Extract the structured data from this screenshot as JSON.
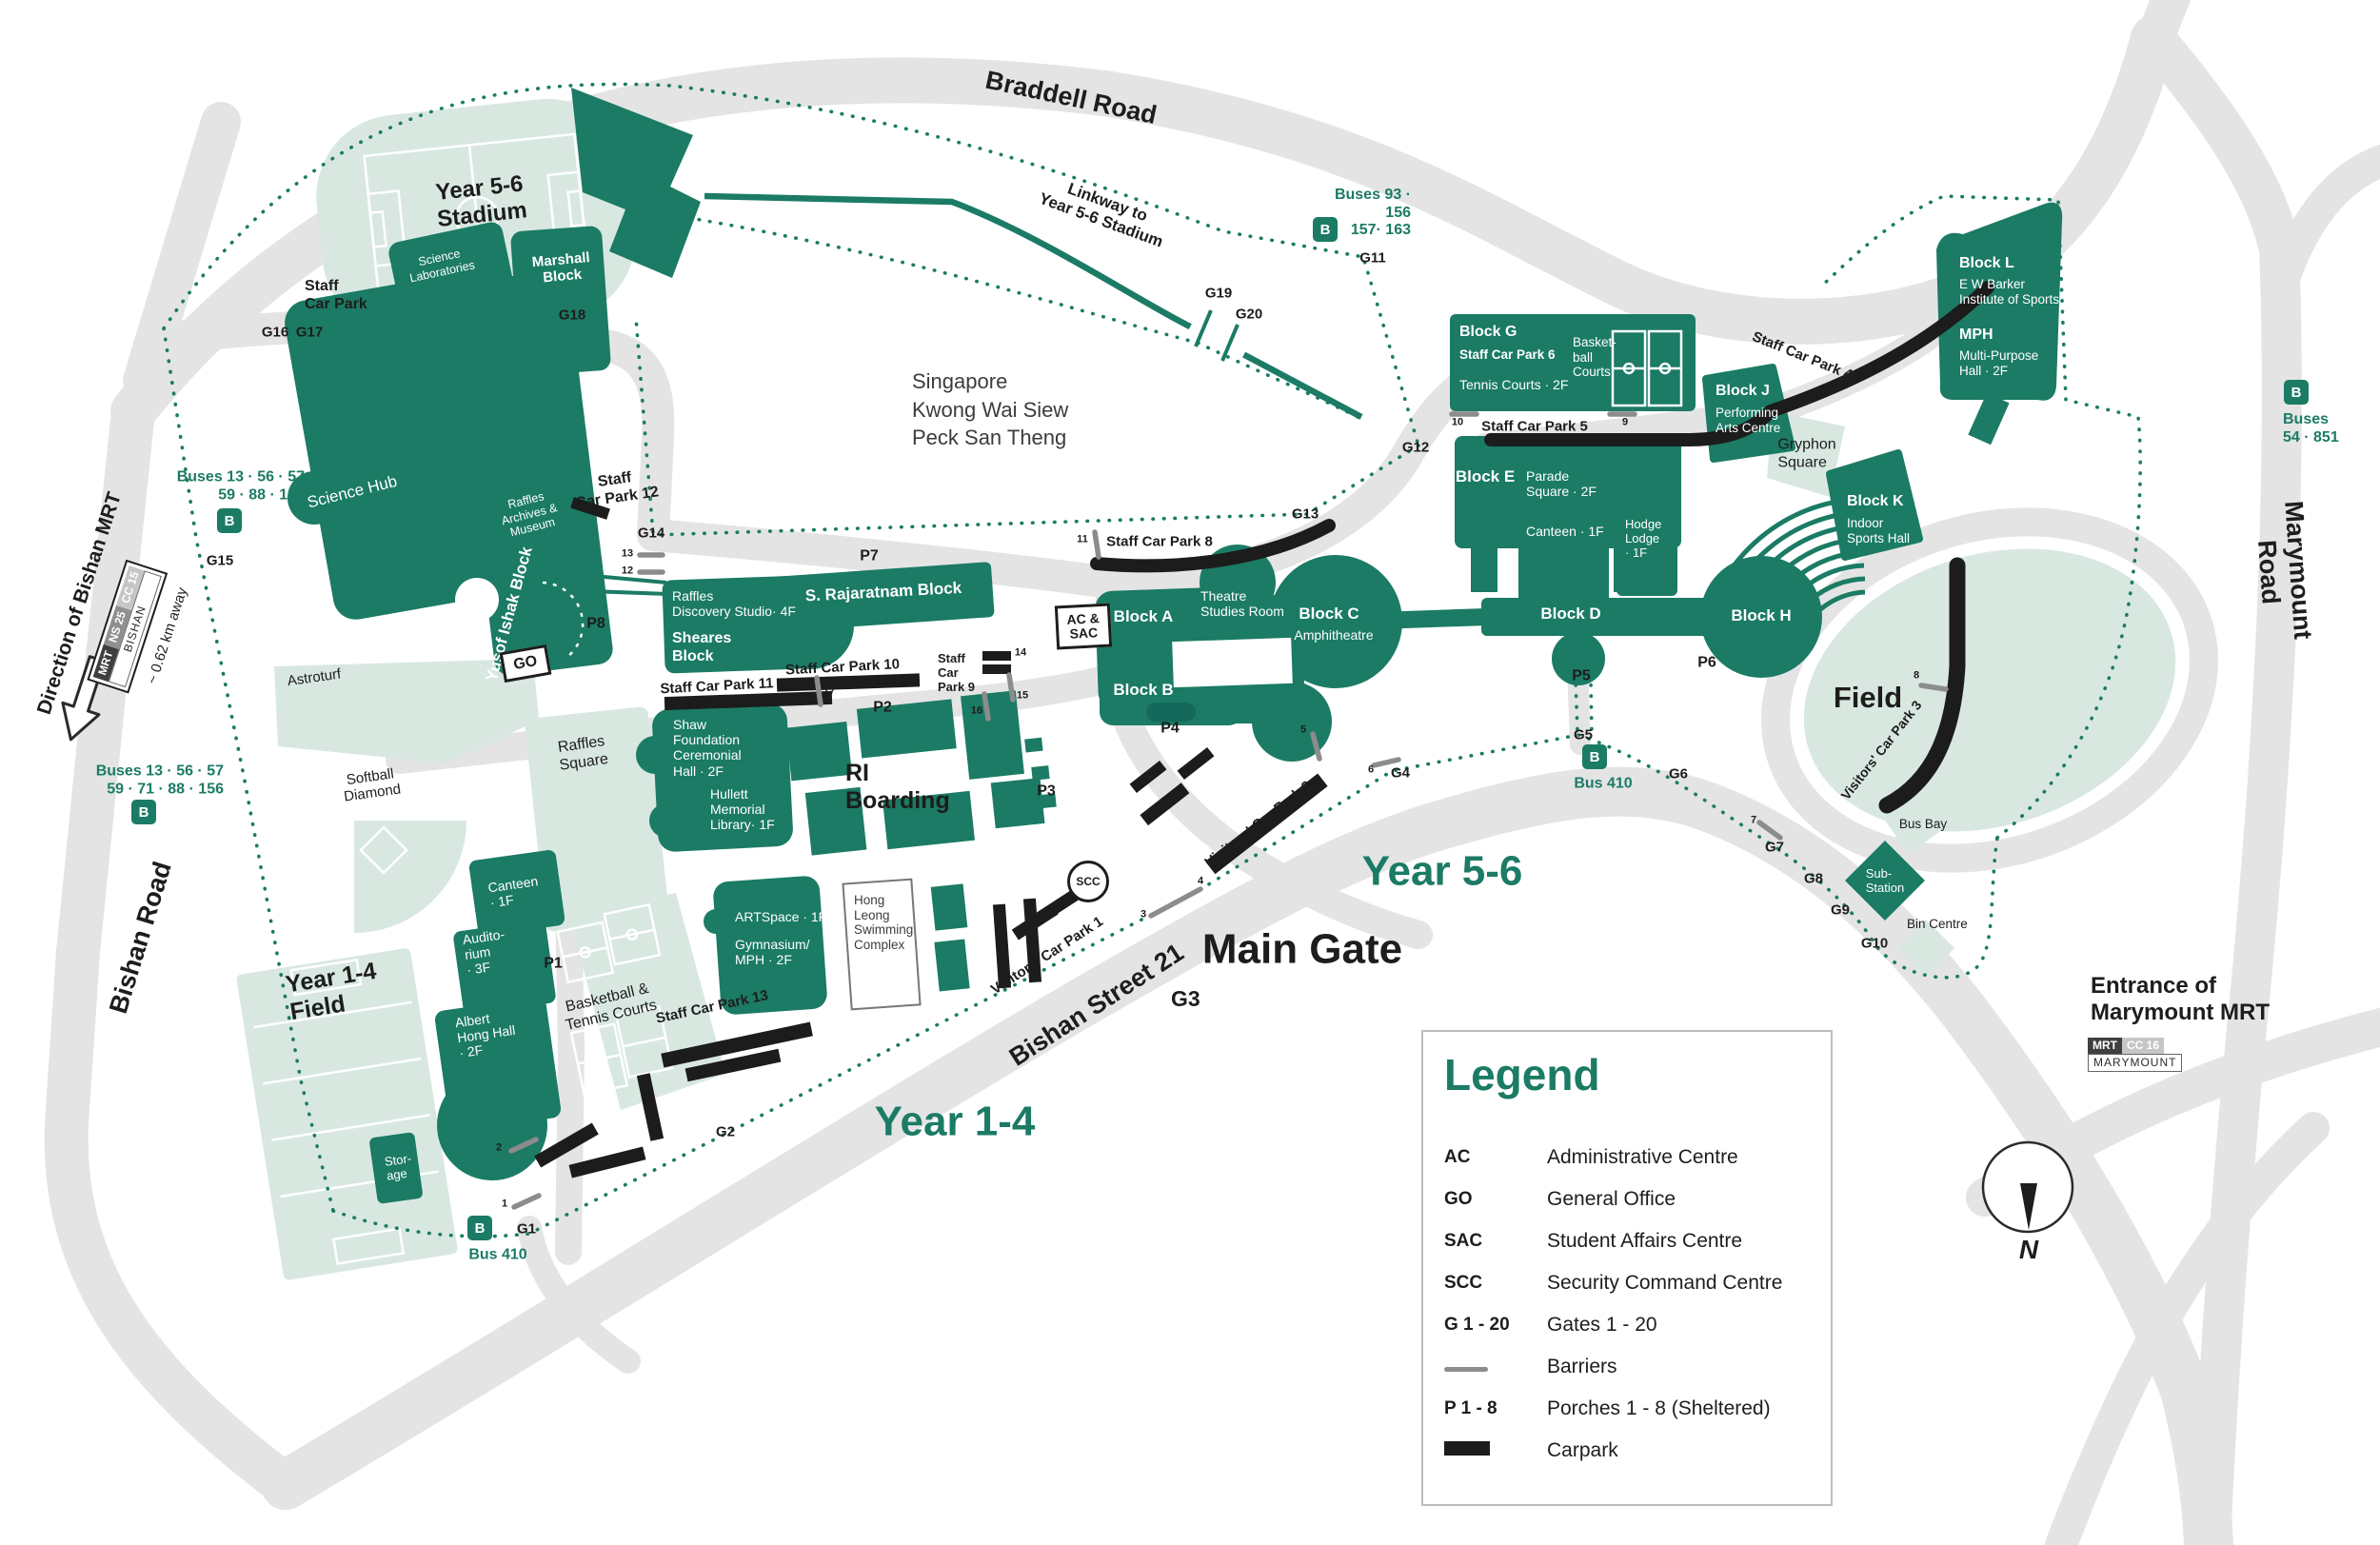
{
  "roads": {
    "braddell": "Braddell Road",
    "bishan": "Bishan Road",
    "marymount": "Marymount Road",
    "bishan_st": "Bishan Street 21"
  },
  "zones": {
    "year56": "Year 5-6",
    "year14": "Year 1-4",
    "main_gate": "Main Gate",
    "main_gate_gate": "G3"
  },
  "landmark": {
    "peck": "Singapore\nKwong Wai Siew\nPeck San Theng",
    "linkway": "Linkway to\nYear 5-6 Stadium",
    "marymount_entrance": "Entrance of\nMarymount MRT"
  },
  "compass": {
    "n": "N"
  },
  "badges": {
    "b": "B",
    "go": "GO",
    "ac_sac": "AC &\nSAC",
    "scc": "SCC"
  },
  "mrt_bishan": {
    "direction": "Direction of\nBishan MRT",
    "mrt": "MRT",
    "ns": "NS 25",
    "cc": "CC 15",
    "name": "BISHAN",
    "distance": "~ 0.62 km away"
  },
  "mrt_marymount": {
    "mrt": "MRT",
    "cc": "CC 16",
    "name": "MARYMOUNT"
  },
  "buses": {
    "braddell": "Buses 93 · 156\n157· 163",
    "marymount": "Buses\n54 · 851",
    "bishan_n": "Buses 13 · 56 · 57\n59 · 88 · 156",
    "bishan_s": "Buses 13 · 56 · 57\n59 · 71 · 88 · 156",
    "bus410": "Bus 410"
  },
  "carparks": {
    "staff": "Staff\nCar Park",
    "s4": "Staff Car Park 4",
    "s5": "Staff Car Park 5",
    "s8": "Staff Car Park 8",
    "s9": "Staff\nCar\nPark 9",
    "s10": "Staff Car Park 10",
    "s11": "Staff Car Park 11",
    "s12": "Staff\nCar Park 12",
    "s13": "Staff Car Park 13",
    "v1": "Visitors' Car Park 1",
    "v2": "Visitors' Car Park 2",
    "v3": "Visitors' Car Park 3"
  },
  "gates": {
    "g1": "G1",
    "g2": "G2",
    "g3": "G3",
    "g4": "G4",
    "g5": "G5",
    "g6": "G6",
    "g7": "G7",
    "g8": "G8",
    "g9": "G9",
    "g10": "G10",
    "g11": "G11",
    "g12": "G12",
    "g13": "G13",
    "g14": "G14",
    "g15": "G15",
    "g16": "G16",
    "g17": "G17",
    "g18": "G18",
    "g19": "G19",
    "g20": "G20"
  },
  "porches": {
    "p1": "P1",
    "p2": "P2",
    "p3": "P3",
    "p4": "P4",
    "p5": "P5",
    "p6": "P6",
    "p7": "P7",
    "p8": "P8"
  },
  "markers": {
    "m1": "1",
    "m2": "2",
    "m3": "3",
    "m4": "4",
    "m5": "5",
    "m6": "6",
    "m7": "7",
    "m8": "8",
    "m9": "9",
    "m10": "10",
    "m11": "11",
    "m12": "12",
    "m13": "13",
    "m14": "14",
    "m15": "15",
    "m16": "16",
    "m17": "17"
  },
  "fields": {
    "stadium": "Year 5-6\nStadium",
    "astroturf": "Astroturf",
    "softball": "Softball\nDiamond",
    "y14field": "Year 1-4\nField",
    "field": "Field",
    "raffles_sq": "Raffles\nSquare",
    "bball_tennis": "Basketball &\nTennis Courts",
    "bus_bay": "Bus Bay",
    "bin_centre": "Bin Centre",
    "gryphon": "Gryphon\nSquare"
  },
  "buildings": {
    "science_labs": "Science\nLaboratories",
    "marshall": "Marshall\nBlock",
    "science_hub": "Science Hub",
    "archives": "Raffles\nArchives &\nMuseum",
    "yusof": "Yusof Ishak Block",
    "discovery": "Raffles\nDiscovery Studio· 4F",
    "sheares": "Sheares\nBlock",
    "rajaratnam": "S. Rajaratnam Block",
    "shaw": "Shaw\nFoundation\nCeremonial\nHall · 2F",
    "hullett": "Hullett\nMemorial\nLibrary· 1F",
    "ri_boarding": "RI\nBoarding",
    "block_a": "Block A",
    "block_b": "Block B",
    "theatre": "Theatre\nStudies Room",
    "block_c": "Block C",
    "amphitheatre": "Amphitheatre",
    "block_d": "Block D",
    "block_e": "Block E",
    "parade": "Parade\nSquare · 2F",
    "canteen_e": "Canteen · 1F",
    "hodge": "Hodge\nLodge\n· 1F",
    "block_g": "Block G",
    "scp6": "Staff Car Park 6",
    "tennis2f": "Tennis Courts · 2F",
    "bball_courts": "Basket-\nball\nCourts",
    "block_j": "Block J",
    "pac": "Performing\nArts Centre",
    "block_k": "Block K",
    "ish": "Indoor\nSports Hall",
    "block_h": "Block H",
    "block_l": "Block L",
    "ewb": "E W Barker\nInstitute of Sports",
    "mph": "MPH",
    "mph_sub": "Multi-Purpose\nHall · 2F",
    "canteen_w": "Canteen\n· 1F",
    "auditorium": "Audito-\nrium\n· 3F",
    "albert": "Albert\nHong Hall\n· 2F",
    "storage": "Stor-\nage",
    "artspace": "ARTSpace · 1F",
    "gym": "Gymnasium/\nMPH · 2F",
    "hong_leong": "Hong\nLeong\nSwimming\nComplex",
    "substation": "Sub-\nStation"
  },
  "legend": {
    "title": "Legend",
    "items": [
      {
        "key": "AC",
        "label": "Administrative Centre"
      },
      {
        "key": "GO",
        "label": "General Office"
      },
      {
        "key": "SAC",
        "label": "Student Affairs Centre"
      },
      {
        "key": "SCC",
        "label": "Security Command Centre"
      },
      {
        "key": "G 1 - 20",
        "label": "Gates 1 - 20"
      },
      {
        "key": "",
        "label": "Barriers"
      },
      {
        "key": "P 1 - 8",
        "label": "Porches 1 - 8 (Sheltered)"
      },
      {
        "key": "",
        "label": "Carpark"
      }
    ]
  },
  "colors": {
    "green": "#1b7b65",
    "light_green": "#d8e8e1",
    "road": "#e4e4e4",
    "carpark": "#1c1c1c",
    "barrier": "#8c8c8c"
  }
}
